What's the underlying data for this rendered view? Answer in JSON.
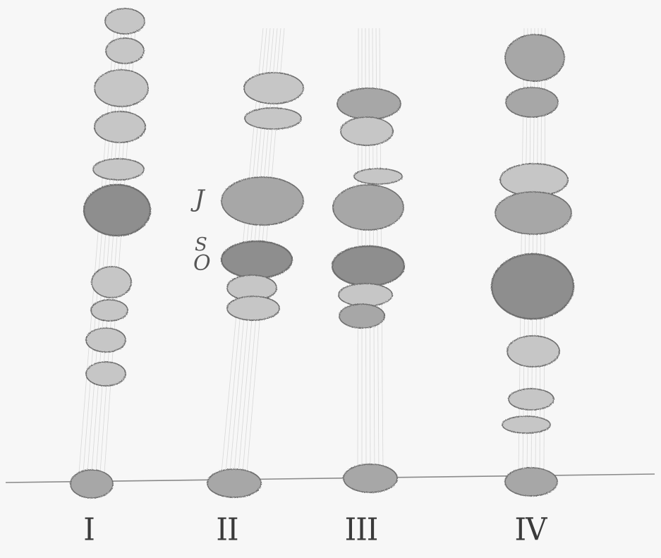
{
  "lane_labels": [
    "I",
    "II",
    "III",
    "IV"
  ],
  "side_labels": [
    "J",
    "S",
    "O"
  ],
  "colors": {
    "paper": "#f7f7f7",
    "baseline": "#8a8a8a",
    "spot_outline": "#6e6e6e",
    "spot_light": "#c6c6c6",
    "spot_medium": "#a7a7a7",
    "spot_dark": "#8e8e8e"
  },
  "lanes": [
    {
      "label": "I",
      "spots": [
        {
          "shade": "light"
        },
        {
          "shade": "light"
        },
        {
          "shade": "light"
        },
        {
          "shade": "light"
        },
        {
          "shade": "light"
        },
        {
          "shade": "dark"
        },
        {
          "shade": "light"
        },
        {
          "shade": "light"
        },
        {
          "shade": "light"
        },
        {
          "shade": "light"
        },
        {
          "shade": "medium"
        }
      ]
    },
    {
      "label": "II",
      "spots": [
        {
          "shade": "light"
        },
        {
          "shade": "light"
        },
        {
          "shade": "medium"
        },
        {
          "shade": "dark"
        },
        {
          "shade": "light"
        },
        {
          "shade": "light"
        },
        {
          "shade": "medium"
        }
      ]
    },
    {
      "label": "III",
      "spots": [
        {
          "shade": "medium"
        },
        {
          "shade": "light"
        },
        {
          "shade": "light"
        },
        {
          "shade": "medium"
        },
        {
          "shade": "dark"
        },
        {
          "shade": "light"
        },
        {
          "shade": "medium"
        },
        {
          "shade": "medium"
        }
      ]
    },
    {
      "label": "IV",
      "spots": [
        {
          "shade": "medium"
        },
        {
          "shade": "medium"
        },
        {
          "shade": "light"
        },
        {
          "shade": "medium"
        },
        {
          "shade": "dark"
        },
        {
          "shade": "light"
        },
        {
          "shade": "light"
        },
        {
          "shade": "light"
        },
        {
          "shade": "medium"
        }
      ]
    }
  ]
}
